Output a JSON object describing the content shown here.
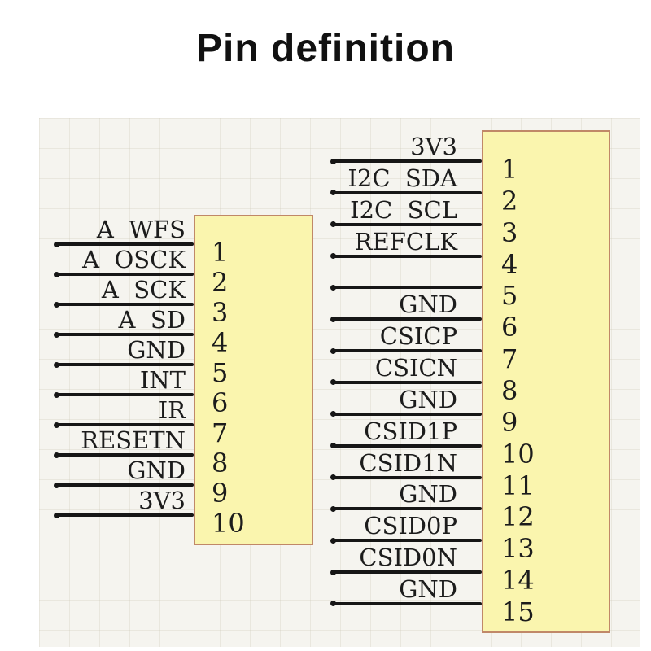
{
  "title": "Pin definition",
  "colors": {
    "connector_fill": "#faf5ae",
    "connector_border": "#c08868",
    "line": "#161616",
    "text": "#1c1c1c"
  },
  "connectors": [
    {
      "name": "left-connector",
      "pins": [
        {
          "label": "A  WFS",
          "number": "1"
        },
        {
          "label": "A  OSCK",
          "number": "2"
        },
        {
          "label": "A  SCK",
          "number": "3"
        },
        {
          "label": "A  SD",
          "number": "4"
        },
        {
          "label": "GND",
          "number": "5"
        },
        {
          "label": "INT",
          "number": "6"
        },
        {
          "label": "IR",
          "number": "7"
        },
        {
          "label": "RESETN",
          "number": "8"
        },
        {
          "label": "GND",
          "number": "9"
        },
        {
          "label": "3V3",
          "number": "10"
        }
      ]
    },
    {
      "name": "right-connector",
      "pins": [
        {
          "label": "3V3",
          "number": "1"
        },
        {
          "label": "I2C  SDA",
          "number": "2"
        },
        {
          "label": "I2C  SCL",
          "number": "3"
        },
        {
          "label": "REFCLK",
          "number": "4"
        },
        {
          "label": "",
          "number": "5"
        },
        {
          "label": "GND",
          "number": "6"
        },
        {
          "label": "CSICP",
          "number": "7"
        },
        {
          "label": "CSICN",
          "number": "8"
        },
        {
          "label": "GND",
          "number": "9"
        },
        {
          "label": "CSID1P",
          "number": "10"
        },
        {
          "label": "CSID1N",
          "number": "11"
        },
        {
          "label": "GND",
          "number": "12"
        },
        {
          "label": "CSID0P",
          "number": "13"
        },
        {
          "label": "CSID0N",
          "number": "14"
        },
        {
          "label": "GND",
          "number": "15"
        }
      ]
    }
  ]
}
